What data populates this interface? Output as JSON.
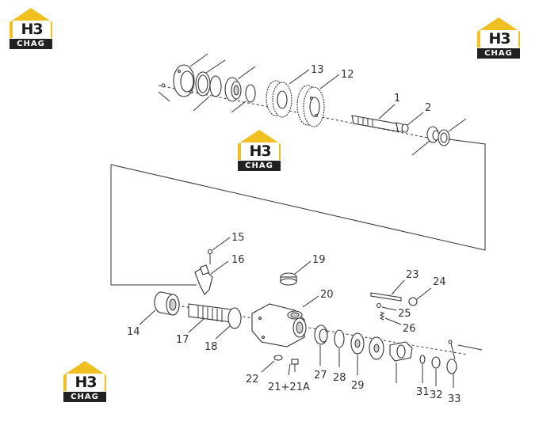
{
  "brand": {
    "logo_text": "H3",
    "logo_subtext": "CHAG",
    "roof_color": "#f0c020"
  },
  "callouts": {
    "c1": "1",
    "c2": "2",
    "c12": "12",
    "c13": "13",
    "c14": "14",
    "c15": "15",
    "c16": "16",
    "c17": "17",
    "c18": "18",
    "c19": "19",
    "c20": "20",
    "c21": "21+21A",
    "c22": "22",
    "c23": "23",
    "c24": "24",
    "c25": "25",
    "c26": "26",
    "c27": "27",
    "c28": "28",
    "c29": "29",
    "c31": "31",
    "c32": "32",
    "c33": "33"
  }
}
